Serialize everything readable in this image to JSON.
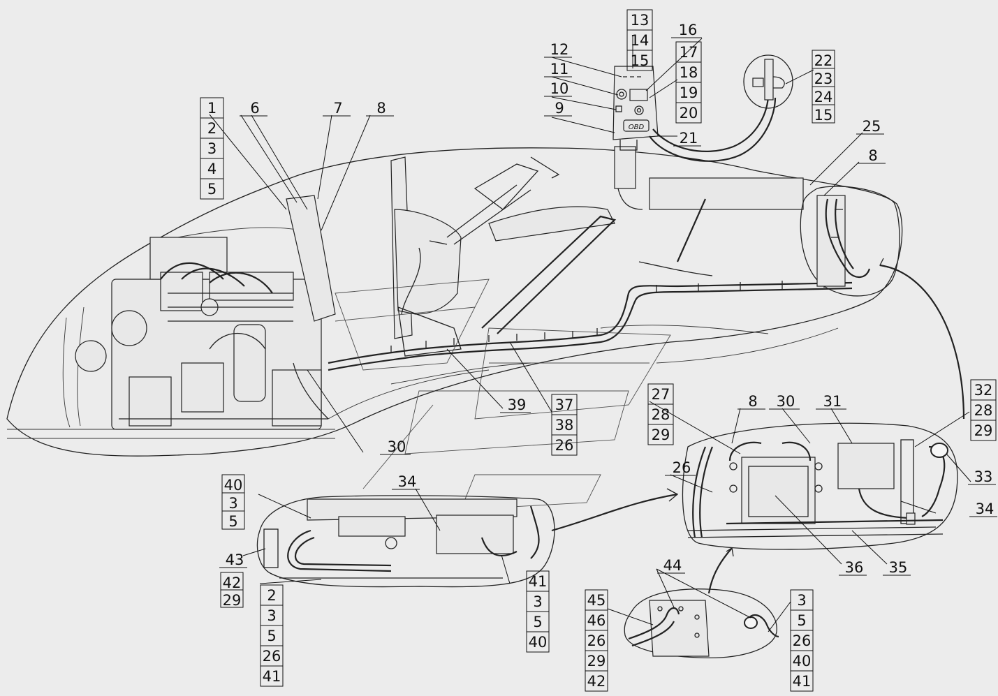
{
  "diagram": {
    "label_groups": [
      {
        "id": "g-1-5",
        "labels": [
          "1",
          "2",
          "3",
          "4",
          "5"
        ]
      },
      {
        "id": "g-6",
        "labels": [
          "6"
        ]
      },
      {
        "id": "g-7",
        "labels": [
          "7"
        ]
      },
      {
        "id": "g-8a",
        "labels": [
          "8"
        ]
      },
      {
        "id": "g-9",
        "labels": [
          "9"
        ]
      },
      {
        "id": "g-10",
        "labels": [
          "10"
        ]
      },
      {
        "id": "g-11",
        "labels": [
          "11"
        ]
      },
      {
        "id": "g-12",
        "labels": [
          "12"
        ]
      },
      {
        "id": "g-13",
        "labels": [
          "13",
          "14",
          "15"
        ]
      },
      {
        "id": "g-16",
        "labels": [
          "16"
        ]
      },
      {
        "id": "g-17",
        "labels": [
          "17",
          "18",
          "19",
          "20"
        ]
      },
      {
        "id": "g-21",
        "labels": [
          "21"
        ]
      },
      {
        "id": "g-22",
        "labels": [
          "22",
          "23",
          "24",
          "15"
        ]
      },
      {
        "id": "g-25",
        "labels": [
          "25"
        ]
      },
      {
        "id": "g-8b",
        "labels": [
          "8"
        ]
      },
      {
        "id": "g-39",
        "labels": [
          "39"
        ]
      },
      {
        "id": "g-37",
        "labels": [
          "37",
          "38",
          "26"
        ]
      },
      {
        "id": "g-27",
        "labels": [
          "27",
          "28",
          "29"
        ]
      },
      {
        "id": "g-30a",
        "labels": [
          "30"
        ]
      },
      {
        "id": "g-8c",
        "labels": [
          "8"
        ]
      },
      {
        "id": "g-30b",
        "labels": [
          "30"
        ]
      },
      {
        "id": "g-31",
        "labels": [
          "31"
        ]
      },
      {
        "id": "g-32",
        "labels": [
          "32",
          "28",
          "29"
        ]
      },
      {
        "id": "g-26",
        "labels": [
          "26"
        ]
      },
      {
        "id": "g-33",
        "labels": [
          "33"
        ]
      },
      {
        "id": "g-34a",
        "labels": [
          "34"
        ]
      },
      {
        "id": "g-34b",
        "labels": [
          "34"
        ]
      },
      {
        "id": "g-36",
        "labels": [
          "36"
        ]
      },
      {
        "id": "g-35",
        "labels": [
          "35"
        ]
      },
      {
        "id": "g-40",
        "labels": [
          "40",
          "3",
          "5"
        ]
      },
      {
        "id": "g-43",
        "labels": [
          "43"
        ]
      },
      {
        "id": "g-42",
        "labels": [
          "42",
          "29"
        ]
      },
      {
        "id": "g-2",
        "labels": [
          "2",
          "3",
          "5",
          "26",
          "41"
        ]
      },
      {
        "id": "g-41",
        "labels": [
          "41",
          "3",
          "5",
          "40"
        ]
      },
      {
        "id": "g-44",
        "labels": [
          "44"
        ]
      },
      {
        "id": "g-45",
        "labels": [
          "45",
          "46",
          "26",
          "29",
          "42"
        ]
      },
      {
        "id": "g-3",
        "labels": [
          "3",
          "5",
          "26",
          "40",
          "41"
        ]
      }
    ],
    "control_unit": {
      "display_text": "OBD"
    },
    "colors": {
      "line": "#222222",
      "background": "#ececec",
      "fill": "#f6f6f6"
    }
  }
}
